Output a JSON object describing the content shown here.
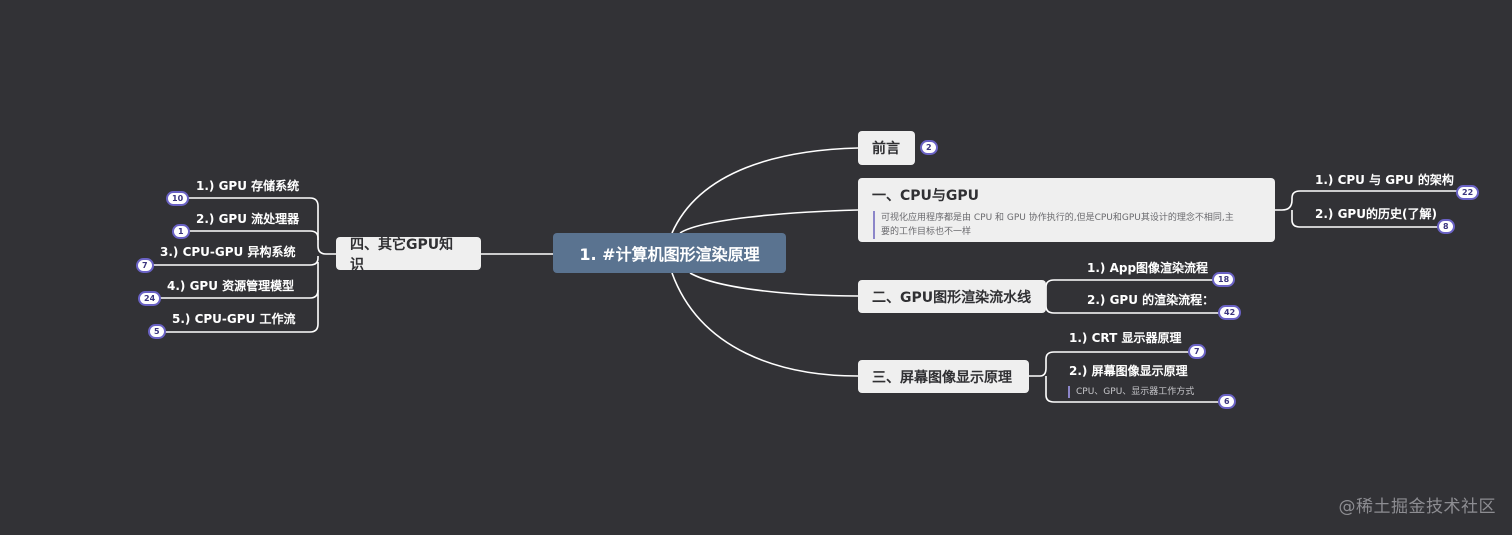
{
  "central": "1. #计算机图形渲染原理",
  "preface": {
    "label": "前言",
    "count": "2"
  },
  "cpu_gpu": {
    "label": "一、CPU与GPU",
    "note_line1": "可视化应用程序都是由 CPU 和 GPU 协作执行的,但是CPU和GPU其设计的理念不相同,主",
    "note_line2": "要的工作目标也不一样",
    "children": [
      {
        "label": "1.) CPU 与 GPU 的架构",
        "count": "22"
      },
      {
        "label": "2.) GPU的历史(了解)",
        "count": "8"
      }
    ]
  },
  "pipeline": {
    "label": "二、GPU图形渲染流水线",
    "children": [
      {
        "label": "1.) App图像渲染流程",
        "count": "18"
      },
      {
        "label": "2.) GPU 的渲染流程：",
        "count": "42"
      }
    ]
  },
  "display": {
    "label": "三、屏幕图像显示原理",
    "children": [
      {
        "label": "1.) CRT 显示器原理",
        "count": "7"
      },
      {
        "label": "2.) 屏幕图像显示原理",
        "note": "CPU、GPU、显示器工作方式",
        "count": "6"
      }
    ]
  },
  "other": {
    "label": "四、其它GPU知识",
    "children": [
      {
        "label": "1.) GPU 存储系统",
        "count": "10"
      },
      {
        "label": "2.) GPU 流处理器",
        "count": "1"
      },
      {
        "label": "3.)  CPU-GPU 异构系统",
        "count": "7"
      },
      {
        "label": "4.)  GPU 资源管理模型",
        "count": "24"
      },
      {
        "label": "5.)  CPU-GPU 工作流",
        "count": "5"
      }
    ]
  },
  "watermark": "@稀土掘金技术社区"
}
